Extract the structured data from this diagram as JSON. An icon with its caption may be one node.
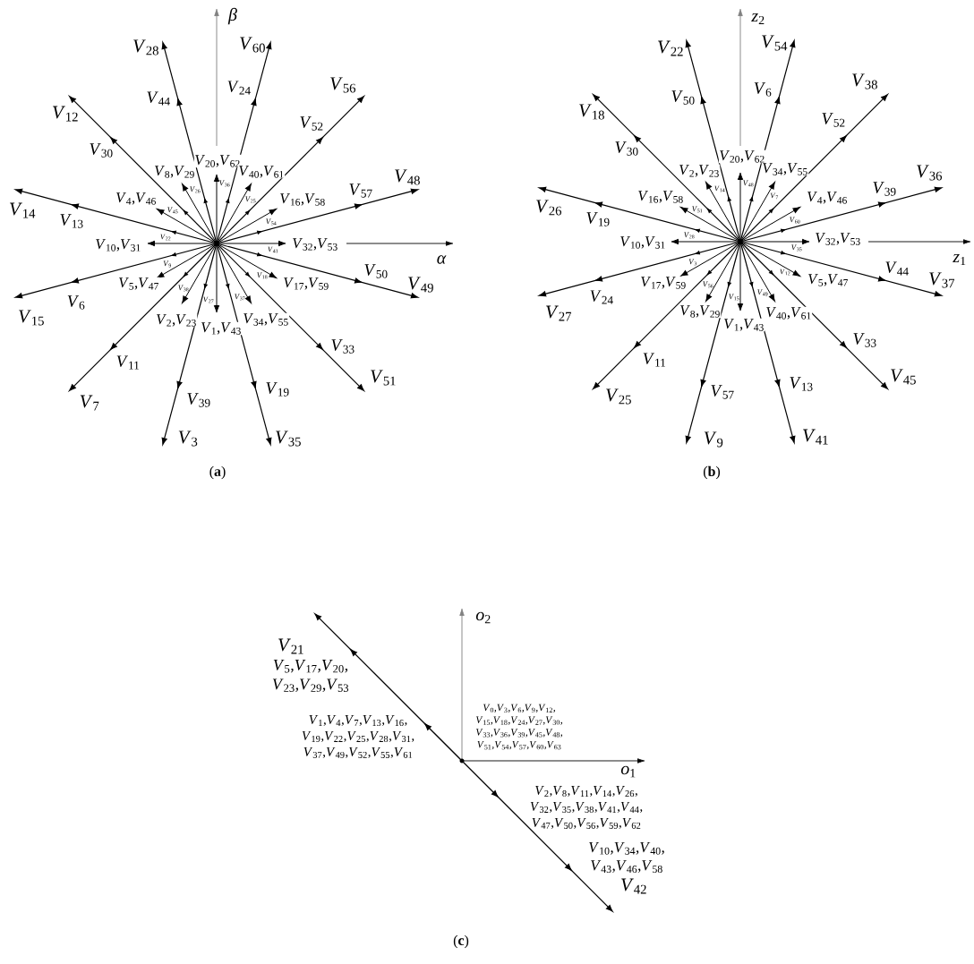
{
  "diagram": {
    "labels": [
      "β",
      "*V*$_{28}$",
      "*V*$_{60}$",
      "*V*$_{56}$",
      "*V*$_{24}$",
      "*V*$_{44}$",
      "*V*$_{12}$",
      "*V*$_{52}$",
      "*V*$_{30}$",
      "*V*$_{20}$,*V*$_{62}$",
      "*V*$_{8}$,*V*$_{29}$",
      "*V*$_{40}$,*V*$_{61}$",
      "*V*$_{48}$",
      "*V*$_{36}$",
      "*V*$_{26}$",
      "*V*$_{57}$",
      "*V*$_{4}$,*V*$_{46}$",
      "*V*$_{16}$,*V*$_{58}$",
      "*V*$_{25}$",
      "*V*$_{14}$",
      "*V*$_{45}$",
      "*V*$_{13}$",
      "*V*$_{54}$",
      "*V*$_{22}$",
      "*V*$_{10}$,*V*$_{31}$",
      "*V*$_{32}$,*V*$_{53}$",
      "*V*$_{41}$",
      "α",
      "*V*$_{9}$",
      "*V*$_{50}$",
      "*V*$_{18}$",
      "*V*$_{5}$,*V*$_{47}$",
      "*V*$_{17}$,*V*$_{59}$",
      "*V*$_{49}$",
      "*V*$_{38}$",
      "*V*$_{37}$",
      "*V*$_{27}$",
      "*V*$_{6}$",
      "*V*$_{15}$",
      "*V*$_{2}$,*V*$_{23}$",
      "*V*$_{34}$,*V*$_{55}$",
      "*V*$_{1}$,*V*$_{43}$",
      "*V*$_{33}$",
      "*V*$_{11}$",
      "*V*$_{19}$",
      "*V*$_{39}$",
      "*V*$_{7}$",
      "*V*$_{51}$",
      "*V*$_{3}$",
      "*V*$_{35}$",
      "*z*$_{2}$",
      "*V*$_{22}$",
      "*V*$_{54}$",
      "*V*$_{38}$",
      "*V*$_{6}$",
      "*V*$_{50}$",
      "*V*$_{18}$",
      "*V*$_{52}$",
      "*V*$_{30}$",
      "*V*$_{20}$,*V*$_{62}$",
      "*V*$_{2}$,*V*$_{23}$",
      "*V*$_{34}$,*V*$_{55}$",
      "*V*$_{36}$",
      "*V*$_{48}$",
      "*V*$_{14}$",
      "*V*$_{39}$",
      "*V*$_{7}$",
      "*V*$_{16}$,*V*$_{58}$",
      "*V*$_{4}$,*V*$_{46}$",
      "*V*$_{26}$",
      "*V*$_{51}$",
      "*V*$_{19}$",
      "*V*$_{60}$",
      "*V*$_{28}$",
      "*V*$_{10}$,*V*$_{31}$",
      "*V*$_{32}$,*V*$_{53}$",
      "*V*$_{35}$",
      "*z*$_{1}$",
      "*V*$_{3}$",
      "*V*$_{44}$",
      "*V*$_{12}$",
      "*V*$_{5}$,*V*$_{47}$",
      "*V*$_{37}$",
      "*V*$_{17}$,*V*$_{59}$",
      "*V*$_{56}$",
      "*V*$_{49}$",
      "*V*$_{24}$",
      "*V*$_{15}$",
      "*V*$_{8}$,*V*$_{29}$",
      "*V*$_{40}$,*V*$_{61}$",
      "*V*$_{27}$",
      "*V*$_{1}$,*V*$_{43}$",
      "*V*$_{33}$",
      "*V*$_{11}$",
      "*V*$_{45}$",
      "*V*$_{13}$",
      "*V*$_{57}$",
      "*V*$_{25}$",
      "*V*$_{41}$",
      "*V*$_{9}$",
      "(**a**)",
      "(**b**)",
      "*o*$_{2}$",
      "*V*$_{21}$",
      "*V*$_{5}$,*V*$_{17}$,*V*$_{20}$, *V*$_{23}$,*V*$_{29}$,*V*$_{53}$",
      "*V*$_{1}$,*V*$_{4}$,*V*$_{7}$,*V*$_{13}$,*V*$_{16}$, *V*$_{19}$,*V*$_{22}$,*V*$_{25}$,*V*$_{28}$,*V*$_{31}$, *V*$_{37}$,*V*$_{49}$,*V*$_{52}$,*V*$_{55}$,*V*$_{61}$",
      "*V*$_{0}$,*V*$_{3}$,*V*$_{6}$,*V*$_{9}$,*V*$_{12}$, *V*$_{15}$,*V*$_{18}$,*V*$_{24}$,*V*$_{27}$,*V*$_{30}$, *V*$_{33}$,*V*$_{36}$,*V*$_{39}$,*V*$_{45}$,*V*$_{48}$, *V*$_{51}$,*V*$_{54}$,*V*$_{57}$,*V*$_{60}$,*V*$_{63}$",
      "*o*$_{1}$",
      "*V*$_{2}$,*V*$_{8}$,*V*$_{11}$,*V*$_{14}$,*V*$_{26}$, *V*$_{32}$,*V*$_{35}$,*V*$_{38}$,*V*$_{41}$,*V*$_{44}$, *V*$_{47}$,*V*$_{50}$,*V*$_{56}$,*V*$_{59}$,*V*$_{62}$",
      "*V*$_{10}$,*V*$_{34}$,*V*$_{40}$, *V*$_{43}$,*V*$_{46}$,*V*$_{58}$",
      "*V*$_{42}$",
      "(**c**)"
    ]
  }
}
